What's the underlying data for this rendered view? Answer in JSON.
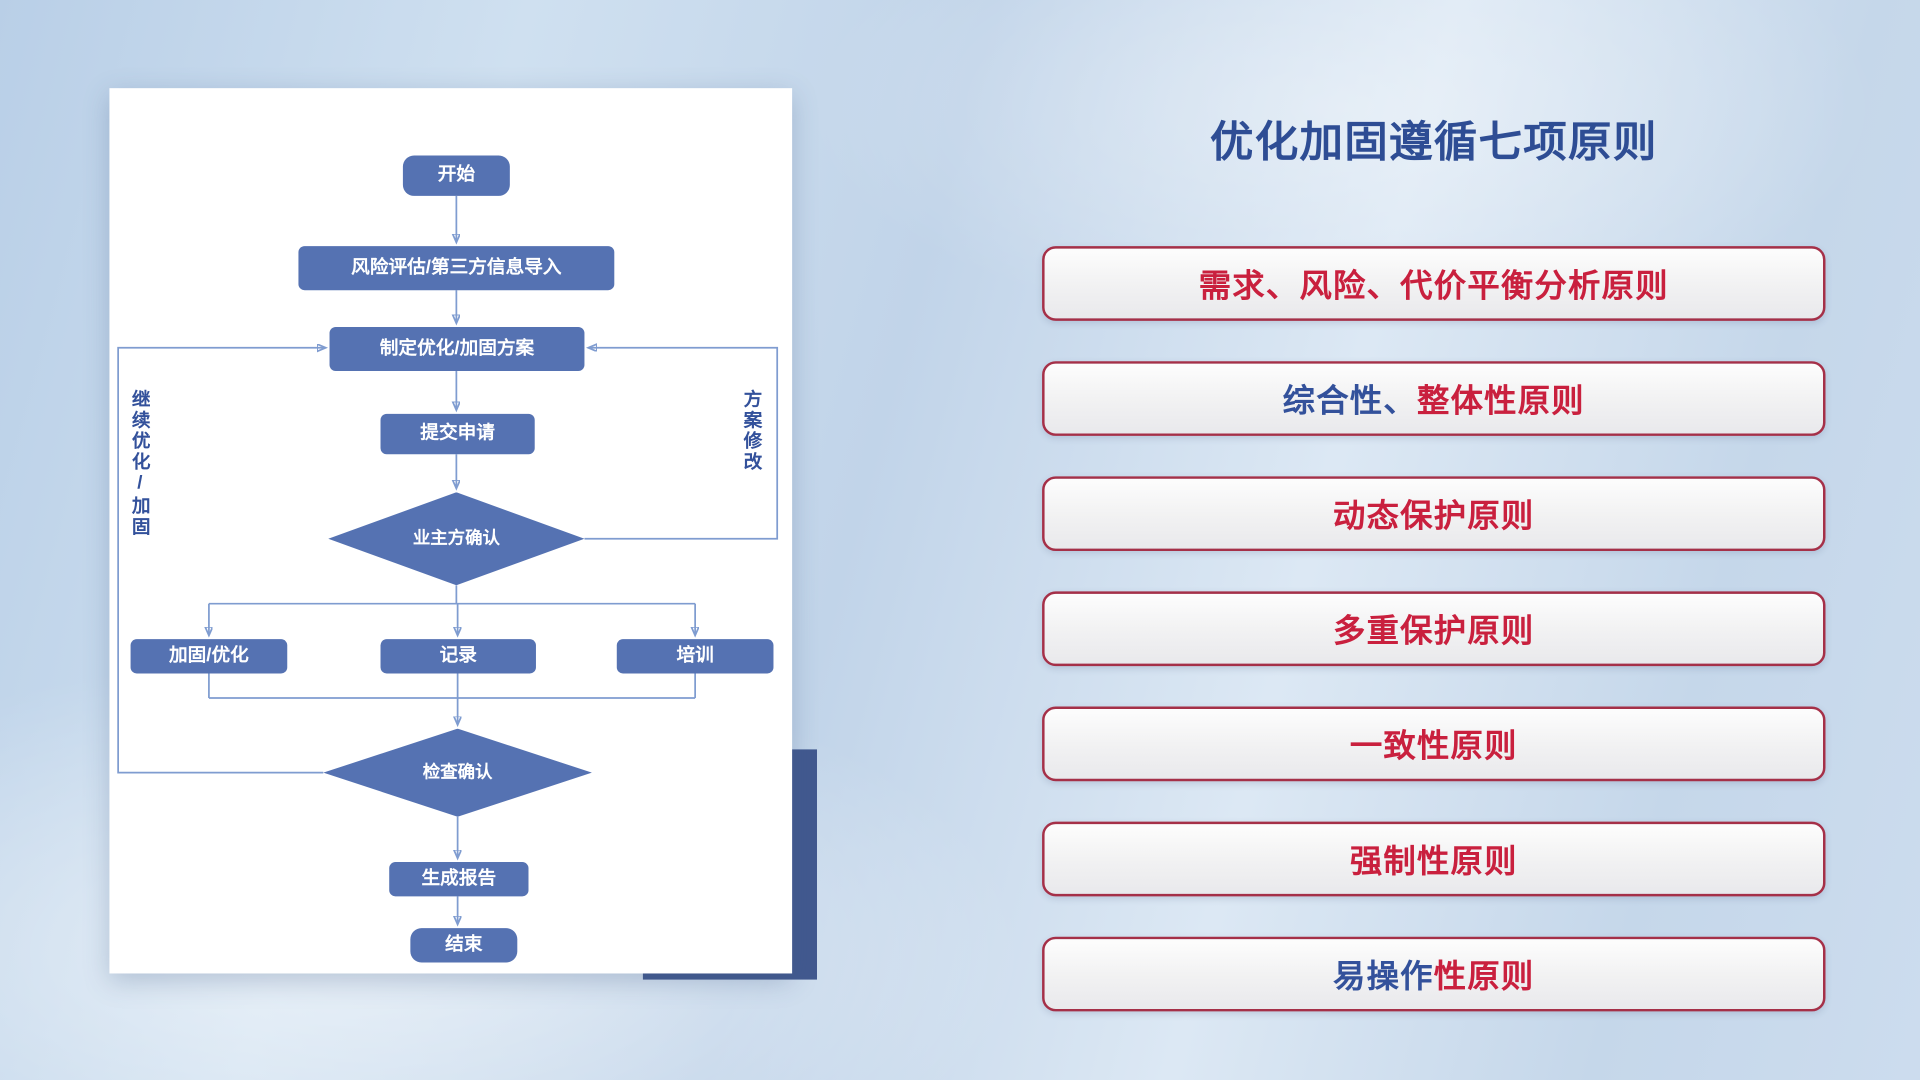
{
  "colors": {
    "red": "#c9203e",
    "blue": "#33519b",
    "node": "#5572b2",
    "line": "#7f9cd0",
    "title": "#2e4d94"
  },
  "flowchart": {
    "nodes": {
      "start": "开始",
      "risk_import": "风险评估/第三方信息导入",
      "make_plan": "制定优化/加固方案",
      "submit": "提交申请",
      "owner_confirm": "业主方确认",
      "reinforce": "加固/优化",
      "record": "记录",
      "training": "培训",
      "check_confirm": "检查确认",
      "report": "生成报告",
      "end": "结束"
    },
    "loop_labels": {
      "left": "继续优化/加固",
      "right": "方案修改"
    }
  },
  "panel": {
    "title": "优化加固遵循七项原则",
    "principles": [
      {
        "segments": [
          {
            "text": "需求、风险、代价平衡分析原则",
            "color": "red"
          }
        ]
      },
      {
        "segments": [
          {
            "text": "综合性、",
            "color": "blue"
          },
          {
            "text": "整体性原则",
            "color": "red"
          }
        ]
      },
      {
        "segments": [
          {
            "text": "动态保护原则",
            "color": "red"
          }
        ]
      },
      {
        "segments": [
          {
            "text": "多重保护原则",
            "color": "red"
          }
        ]
      },
      {
        "segments": [
          {
            "text": "一致性原则",
            "color": "red"
          }
        ]
      },
      {
        "segments": [
          {
            "text": "强制性原则",
            "color": "red"
          }
        ]
      },
      {
        "segments": [
          {
            "text": "易操作",
            "color": "blue"
          },
          {
            "text": "性原则",
            "color": "red"
          }
        ]
      }
    ]
  }
}
